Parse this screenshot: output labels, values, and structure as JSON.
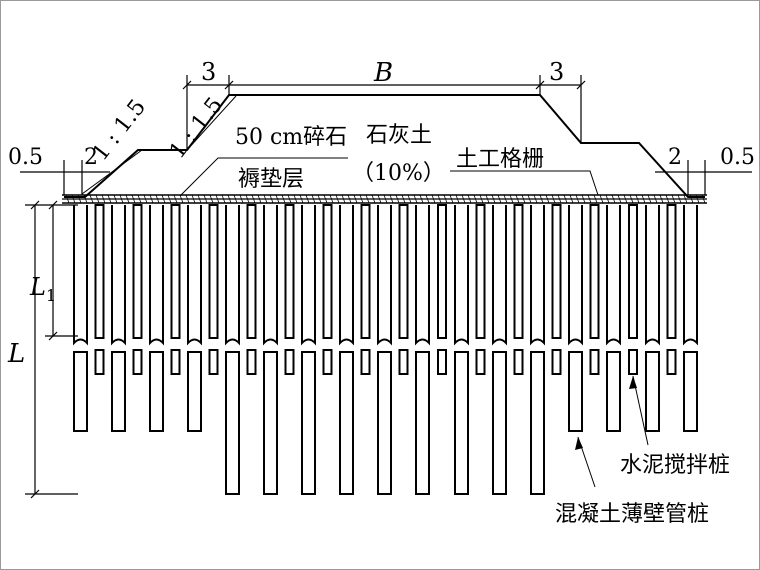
{
  "labels": {
    "dim_left_slope_shoulder": "3",
    "dim_top_width": "B",
    "dim_right_slope_shoulder": "3",
    "left_offset": "0.5",
    "left_berm": "2",
    "slope_lower": "1 : 1.5",
    "slope_upper": "1 : 1.5",
    "gravel_cushion_line1": "50 cm碎石",
    "gravel_cushion_line2": "褥垫层",
    "lime_soil_line1": "石灰土",
    "lime_soil_line2": "（10%）",
    "geogrid": "土工格栅",
    "right_berm": "2",
    "right_offset": "0.5",
    "pile_length": "L",
    "pile_length_1_main": "L",
    "pile_length_1_sub": "1",
    "cement_mixing_pile": "水泥搅拌桩",
    "concrete_pipe_pile": "混凝土薄壁管桩"
  },
  "colors": {
    "ink": "#000000",
    "frame": "#9a9a9a",
    "background": "#ffffff"
  }
}
